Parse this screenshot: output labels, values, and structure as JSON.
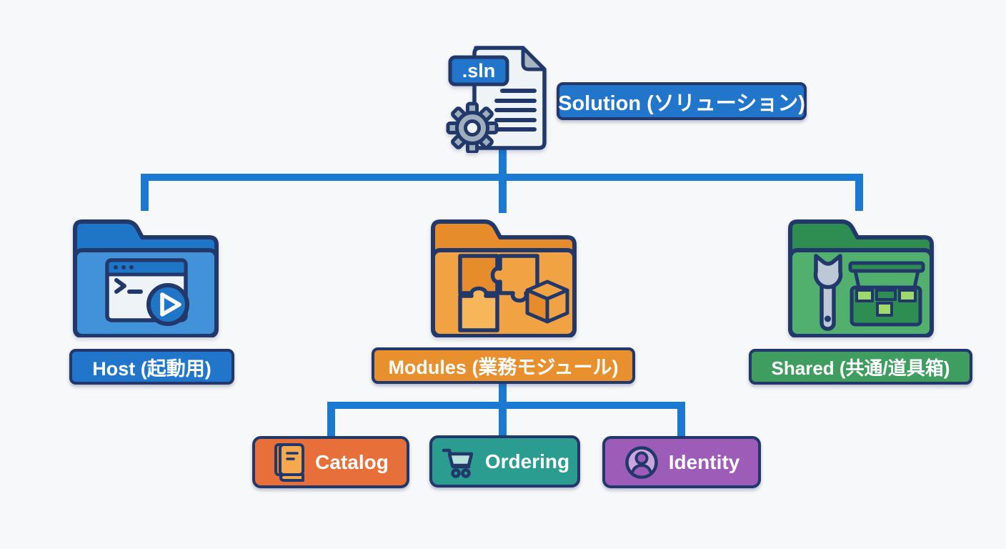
{
  "colors": {
    "canvas": "#f7f8f9",
    "navy": "#22386b",
    "lineBlue": "#1b79d2",
    "blueBadge": "#2175ca",
    "blueBack": "#2076c6",
    "blueFront": "#4292da",
    "orangeBadge": "#e88f2e",
    "orangeBack": "#e78c2a",
    "orangeFront": "#f1a343",
    "orangeLight": "#f6b659",
    "greenBadge": "#3f9e5f",
    "greenBack": "#2e8e52",
    "greenFront": "#52b06e",
    "redOrange": "#e7703a",
    "teal": "#2b9c90",
    "tealLight": "#b7e2da",
    "purple": "#9c5cb8",
    "purpleLight": "#c9a6de",
    "paper": "#eef3f8",
    "fold": "#a9b4c1",
    "gearGray": "#9fadbd",
    "wrenchGray": "#bcc8d6",
    "limeAccent": "#9ed96b",
    "bookFill": "#f6a94c",
    "bookSpine": "#e5892a",
    "textWhite": "#ffffff"
  },
  "diagram": {
    "root": {
      "file_badge": ".sln",
      "label": "Solution (ソリューション)",
      "color": "#2175ca"
    },
    "folders": [
      {
        "id": "host",
        "label": "Host (起動用)",
        "icon": "terminal-window-play-icon",
        "color": "#2175ca"
      },
      {
        "id": "modules",
        "label": "Modules (業務モジュール)",
        "icon": "puzzle-package-icon",
        "color": "#e88f2e"
      },
      {
        "id": "shared",
        "label": "Shared (共通/道具箱)",
        "icon": "wrench-toolbox-icon",
        "color": "#3f9e5f"
      }
    ],
    "modules_children": [
      {
        "id": "catalog",
        "label": "Catalog",
        "icon": "book-icon",
        "color": "#e7703a"
      },
      {
        "id": "ordering",
        "label": "Ordering",
        "icon": "cart-icon",
        "color": "#2b9c90"
      },
      {
        "id": "identity",
        "label": "Identity",
        "icon": "person-icon",
        "color": "#9c5cb8"
      }
    ]
  }
}
